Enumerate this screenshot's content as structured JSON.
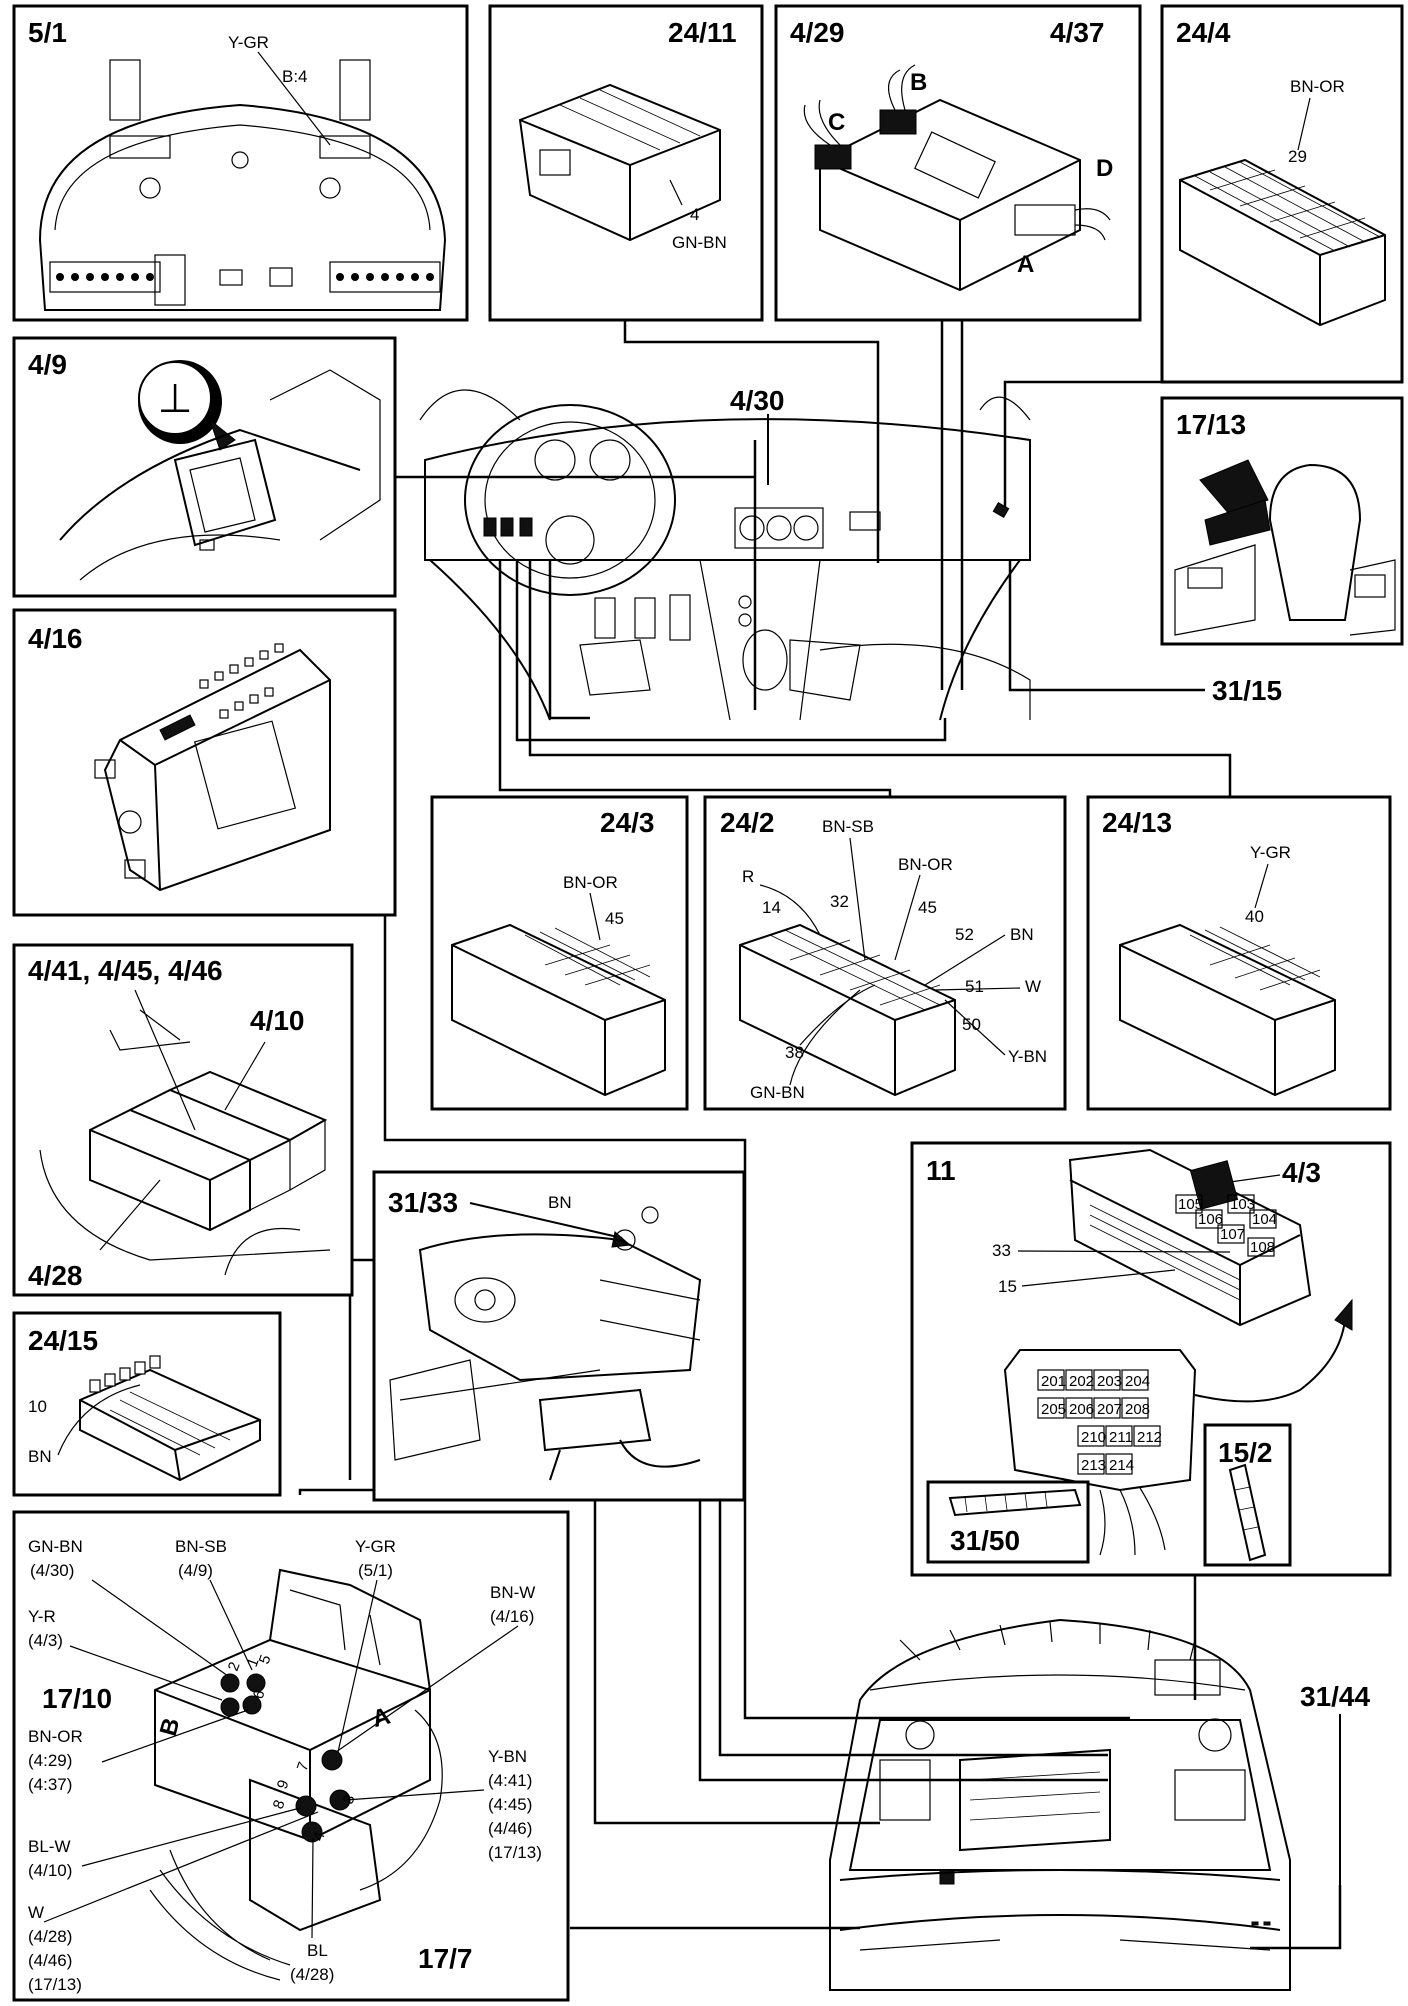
{
  "panels": {
    "p5_1": {
      "label": "5/1",
      "wires": [
        "Y-GR",
        "B:4"
      ]
    },
    "p24_11": {
      "label": "24/11",
      "wire": "GN-BN",
      "pin": "4"
    },
    "p4_29": {
      "label": "4/29",
      "label2": "4/37",
      "letters": [
        "A",
        "B",
        "C",
        "D"
      ]
    },
    "p24_4": {
      "label": "24/4",
      "wire": "BN-OR",
      "pin": "29"
    },
    "p4_9": {
      "label": "4/9",
      "symbol": "⊥"
    },
    "p4_30": {
      "label": "4/30"
    },
    "p17_13": {
      "label": "17/13"
    },
    "p4_16": {
      "label": "4/16"
    },
    "p31_15": {
      "label": "31/15"
    },
    "p24_3": {
      "label": "24/3",
      "wire": "BN-OR",
      "pin": "45"
    },
    "p24_2": {
      "label": "24/2",
      "wires": [
        "BN-SB",
        "BN-OR",
        "R",
        "BN",
        "W",
        "Y-BN",
        "GN-BN"
      ],
      "pins": [
        "14",
        "32",
        "45",
        "52",
        "51",
        "50",
        "38"
      ]
    },
    "p24_13": {
      "label": "24/13",
      "wire": "Y-GR",
      "pin": "40"
    },
    "p4_41": {
      "label": "4/41, 4/45, 4/46",
      "label2": "4/10",
      "label3": "4/28"
    },
    "p11": {
      "label": "11",
      "label2": "4/3",
      "pins": [
        "33",
        "15"
      ],
      "fuses_top": [
        "105",
        "106",
        "107",
        "103",
        "104",
        "108"
      ],
      "fuses_bottom": [
        "201",
        "202",
        "203",
        "204",
        "205",
        "206",
        "207",
        "208",
        "210",
        "211",
        "212",
        "213",
        "214"
      ],
      "label3": "15/2",
      "label4": "31/50"
    },
    "p31_33": {
      "label": "31/33",
      "wire": "BN"
    },
    "p24_15": {
      "label": "24/15",
      "pin": "10",
      "wire": "BN"
    },
    "p17_10": {
      "label": "17/10",
      "label2": "17/7",
      "side_a": "A",
      "side_b": "B",
      "pins": [
        "1",
        "2",
        "3",
        "4",
        "5",
        "6",
        "7",
        "8",
        "9"
      ],
      "wires": {
        "gnbn": [
          "GN-BN",
          "(4/30)"
        ],
        "bnsb": [
          "BN-SB",
          "(4/9)"
        ],
        "ygr": [
          "Y-GR",
          "(5/1)"
        ],
        "bnw": [
          "BN-W",
          "(4/16)"
        ],
        "yr": [
          "Y-R",
          "(4/3)"
        ],
        "bnor": [
          "BN-OR",
          "(4:29)",
          "(4:37)"
        ],
        "ybn": [
          "Y-BN",
          "(4:41)",
          "(4:45)",
          "(4/46)",
          "(17/13)"
        ],
        "blw": [
          "BL-W",
          "(4/10)"
        ],
        "w": [
          "W",
          "(4/28)",
          "(4/46)",
          "(17/13)"
        ],
        "bl": [
          "BL",
          "(4/28)"
        ]
      }
    },
    "p31_44": {
      "label": "31/44"
    }
  }
}
